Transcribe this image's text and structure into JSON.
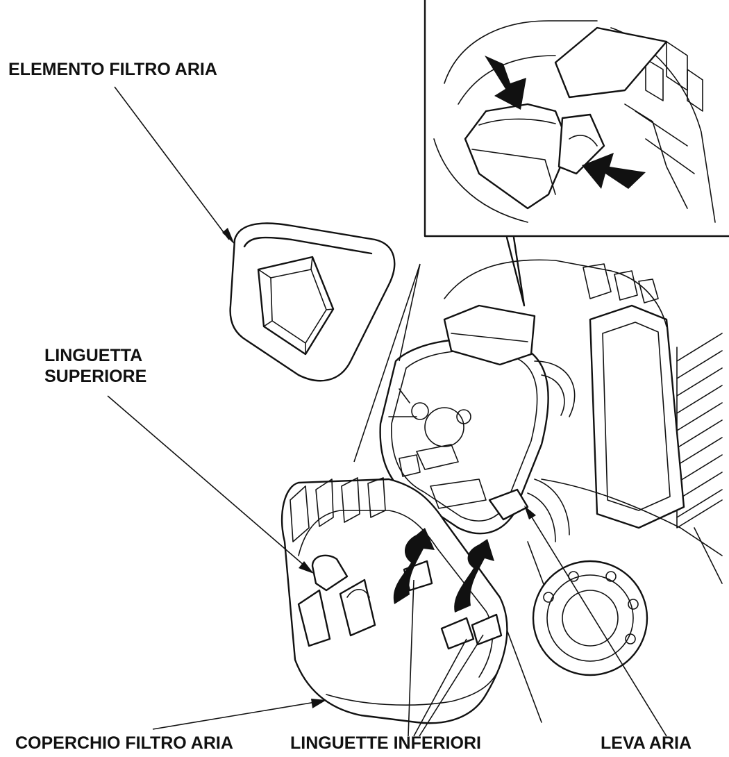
{
  "labels": {
    "air_filter_element": "ELEMENTO FILTRO ARIA",
    "upper_tab_line1": "LINGUETTA",
    "upper_tab_line2": "SUPERIORE",
    "air_filter_cover": "COPERCHIO FILTRO ARIA",
    "lower_tabs": "LINGUETTE INFERIORI",
    "choke_lever": "LEVA ARIA"
  }
}
